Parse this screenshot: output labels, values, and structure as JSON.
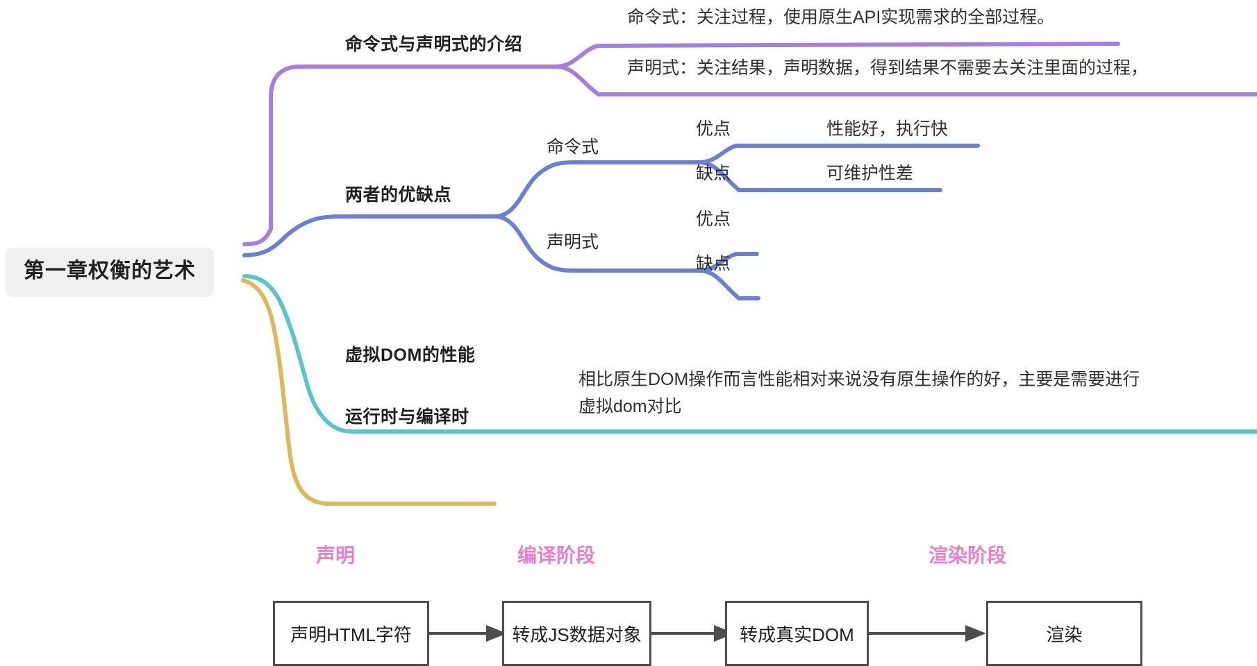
{
  "mindmap": {
    "root": {
      "label": "第一章权衡的艺术"
    },
    "branches": [
      {
        "label": "命令式与声明式的介绍",
        "color": "#a47fe0",
        "children": [
          {
            "label": "命令式：关注过程，使用原生API实现需求的全部过程。"
          },
          {
            "label": "声明式：关注结果，声明数据，得到结果不需要去关注里面的过程，"
          }
        ]
      },
      {
        "label": "两者的优缺点",
        "color": "#6b7fd7",
        "children": [
          {
            "label": "命令式",
            "children": [
              {
                "label": "优点",
                "leaf": "性能好，执行快"
              },
              {
                "label": "缺点",
                "leaf": "可维护性差"
              }
            ]
          },
          {
            "label": "声明式",
            "children": [
              {
                "label": "优点",
                "leaf": ""
              },
              {
                "label": "缺点",
                "leaf": ""
              }
            ]
          }
        ]
      },
      {
        "label": "虚拟DOM的性能",
        "color": "#5bc4c4",
        "children": [
          {
            "label": "相比原生DOM操作而言性能相对来说没有原生操作的好，主要是需要进行虚拟dom对比"
          }
        ]
      },
      {
        "label": "运行时与编译时",
        "color": "#e0b65a",
        "children": []
      }
    ]
  },
  "flow": {
    "stages": [
      {
        "label": "声明"
      },
      {
        "label": "编译阶段"
      },
      {
        "label": "渲染阶段"
      }
    ],
    "boxes": [
      {
        "label": "声明HTML字符"
      },
      {
        "label": "转成JS数据对象"
      },
      {
        "label": "转成真实DOM"
      },
      {
        "label": "渲染"
      }
    ],
    "stage_color": "#e87fce",
    "box_border_color": "#4d4d4d"
  },
  "labels": {
    "t_mingling_jieshao": "命令式与声明式的介绍",
    "t_youquedian": "两者的优缺点",
    "t_xuni_dom": "虚拟DOM的性能",
    "t_yunxingshi": "运行时与编译时",
    "t_mingling": "命令式",
    "t_shengming": "声明式",
    "youdian_1": "优点",
    "quedian_1": "缺点",
    "youdian_2": "优点",
    "quedian_2": "缺点",
    "leaf_xingneng": "性能好，执行快",
    "leaf_kewei": "可维护性差",
    "leaf_ml_intro": "命令式：关注过程，使用原生API实现需求的全部过程。",
    "leaf_sm_intro": "声明式：关注结果，声明数据，得到结果不需要去关注里面的过程，",
    "leaf_vdom": "相比原生DOM操作而言性能相对来说没有原生操作的好，主要是需要进行虚拟dom对比"
  }
}
